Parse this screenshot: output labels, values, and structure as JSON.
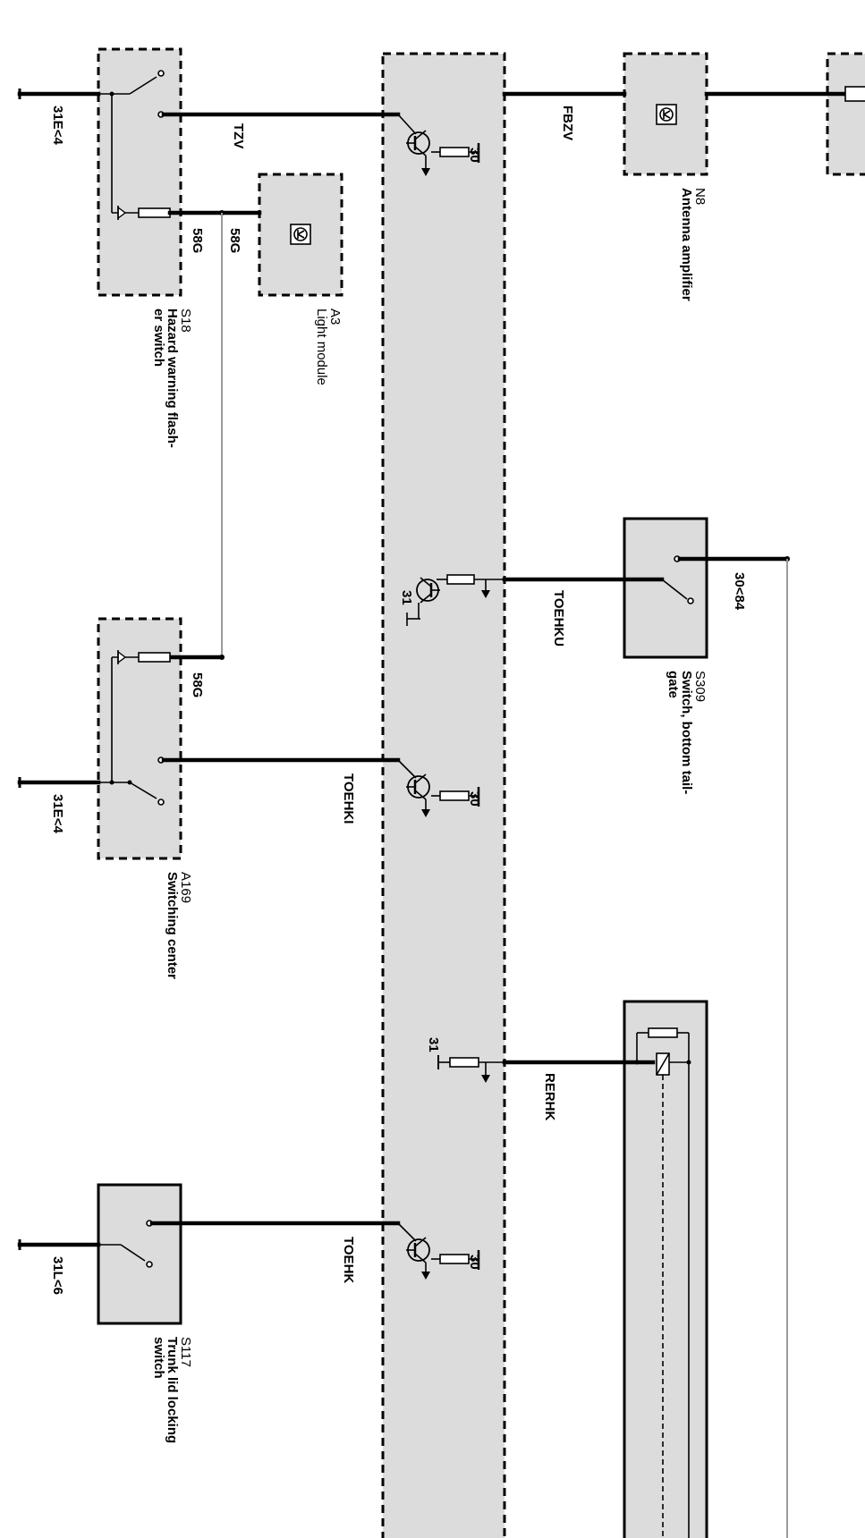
{
  "diagram": {
    "ground_refs": [
      "31E<4",
      "31E<4",
      "31L<6"
    ],
    "wires": [
      "TZV",
      "58G",
      "58G",
      "58G",
      "FBZV",
      "TOEHKU",
      "TOEHKI",
      "RERHK",
      "TOEHK",
      "30<84"
    ],
    "terminals": [
      "30",
      "31",
      "30",
      "31",
      "30"
    ],
    "components": {
      "s18": {
        "code": "S18",
        "name_line1": "Hazard warning flash-",
        "name_line2": "er switch"
      },
      "a3": {
        "code": "A3",
        "name": "Light module"
      },
      "n8": {
        "code": "N8",
        "name": "Antenna amplifier"
      },
      "s309": {
        "code": "S309",
        "name_line1": "Switch, bottom  tail-",
        "name_line2": "gate"
      },
      "a169": {
        "code": "A169",
        "name": "Switching center"
      },
      "s117": {
        "code": "S117",
        "name_line1": "Trunk lid locking",
        "name_line2": "switch"
      }
    }
  }
}
